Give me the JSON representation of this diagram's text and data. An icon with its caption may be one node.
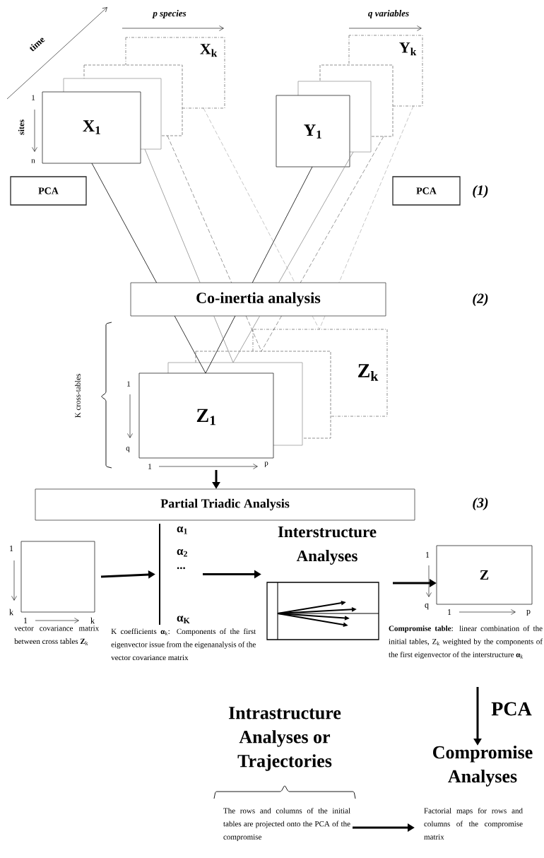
{
  "diagram": {
    "nodes": [
      {
        "text": [
          "X$_{1}$",
          "X$_{k}$"
        ]
      },
      {
        "text": [
          "Y$_{1}$",
          "Y$_{k}$"
        ]
      },
      {
        "text": [
          "PCA"
        ]
      },
      {
        "text": [
          "PCA"
        ]
      },
      {
        "text": [
          "Co-inertia analysis"
        ]
      },
      {
        "text": [
          "Z$_{1}$",
          "Z$_{k}$"
        ]
      },
      {
        "text": [
          "Partial Triadic Analysis"
        ]
      },
      {
        "text": [],
        "shape": "box",
        "beside": [
          "vector covariance matrix between cross tables **Z**$_{k}$"
        ]
      },
      {
        "text": [
          "α$_{1}$",
          "α$_{2}$",
          "...",
          "α$_{K}$"
        ],
        "beside": [
          "K coefficients **α**$_{k}$: Components of the first eigenvector issue from the eigenanalysis of the vector covariance matrix"
        ]
      },
      {
        "text": [
          "Interstructure Analyses"
        ]
      },
      {
        "text": [
          "Z"
        ]
      },
      {
        "text": [
          "**Compromise table**: linear combination of the initial tables, Z$_{k}$ weighted by the components of the first eigenvector of the interstructure **α**$_{k}$"
        ]
      },
      {
        "text": [
          "Compromise Analyses"
        ]
      },
      {
        "text": [
          "The rows and columns of the initial tables are projected onto the PCA of the compromise"
        ]
      },
      {
        "text": [
          "Factorial maps for rows and columns of the compromise matrix"
        ]
      }
    ],
    "edges": [
      {
        "from": 0,
        "to": 4,
        "arrow": "none"
      },
      {
        "from": 1,
        "to": 4,
        "arrow": "none"
      },
      {
        "from": 0,
        "to": 4,
        "arrow": "none",
        "color": "#8c8c8c"
      },
      {
        "from": 1,
        "to": 4,
        "arrow": "none",
        "color": "#8c8c8c"
      },
      {
        "from": 0,
        "to": 4,
        "arrow": "none",
        "style": "dashed"
      },
      {
        "from": 1,
        "to": 4,
        "arrow": "none",
        "style": "dashed"
      },
      {
        "from": 0,
        "to": 4,
        "arrow": "none",
        "style": "dashed",
        "color": "#6e6e6e"
      },
      {
        "from": 1,
        "to": 4,
        "arrow": "none",
        "style": "dashed",
        "color": "#6e6e6e"
      },
      {
        "from": 4,
        "to": 5,
        "arrow": "none"
      },
      {
        "from": 4,
        "to": 5,
        "arrow": "none"
      },
      {
        "from": 4,
        "to": 5,
        "arrow": "none",
        "color": "#8c8c8c"
      },
      {
        "from": 4,
        "to": 5,
        "arrow": "none",
        "color": "#8c8c8c"
      },
      {
        "from": 4,
        "to": 5,
        "arrow": "none",
        "style": "dashed"
      },
      {
        "from": 4,
        "to": 5,
        "arrow": "none",
        "style": "dashed"
      },
      {
        "from": 4,
        "to": 5,
        "arrow": "none",
        "style": "dashed",
        "color": "#6e6e6e"
      },
      {
        "from": 4,
        "to": 5,
        "arrow": "none",
        "style": "dashed",
        "color": "#6e6e6e"
      },
      {
        "from": 5,
        "to": 6,
        "arrow": "to",
        "style": "thick"
      },
      {
        "from": 7,
        "to": 8,
        "arrow": "to",
        "style": "thick"
      },
      {
        "from": 8,
        "to": 9,
        "arrow": "to",
        "style": "thick"
      },
      {
        "from": 9,
        "to": 10,
        "arrow": "to",
        "style": "thick"
      },
      {
        "from": 11,
        "to": 12,
        "arrow": "to",
        "style": "thick",
        "label": "PCA"
      },
      {
        "from": 13,
        "to": 14,
        "arrow": "to",
        "style": "thick"
      }
    ],
    "labels": [
      "time",
      "p species",
      "q variables",
      "1",
      "sites",
      "n",
      "(1)",
      "(2)",
      "K cross-tables",
      "1",
      "q",
      "1",
      "p",
      "(3)",
      "1",
      "k",
      "1",
      "k",
      "1",
      "q",
      "1",
      "p",
      "Intrastructure Analyses or Trajectories"
    ]
  }
}
